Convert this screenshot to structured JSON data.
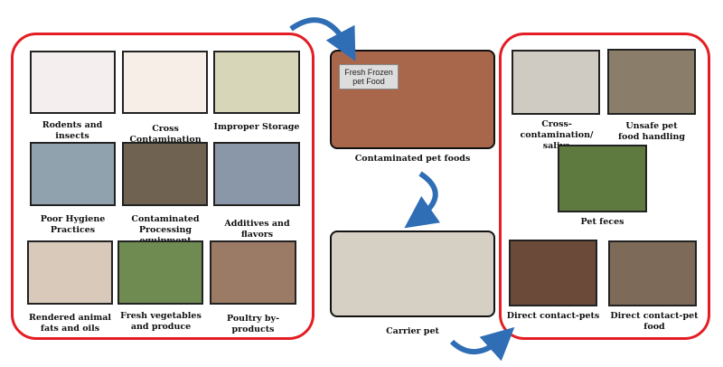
{
  "sources": [
    {
      "label": "Rodents and insects",
      "color": "#f4eeee"
    },
    {
      "label": "Cross Contamination",
      "color": "#f7efe7"
    },
    {
      "label": "Improper Storage",
      "color": "#d8d6b8"
    },
    {
      "label": "Poor Hygiene Practices",
      "color": "#8fa2ad"
    },
    {
      "label": "Contaminated Processing equipment",
      "color": "#6f6250"
    },
    {
      "label": "Additives and flavors",
      "color": "#8a97a8"
    },
    {
      "label": "Rendered animal fats and oils",
      "color": "#d9c9bb"
    },
    {
      "label": "Fresh vegetables and produce",
      "color": "#6f8b52"
    },
    {
      "label": "Poultry by-products",
      "color": "#9b7a66"
    }
  ],
  "center": {
    "foods_label": "Contaminated pet foods",
    "foods_image_text": "Fresh Frozen pet Food",
    "foods_color": "#a8674b",
    "carrier_label": "Carrier pet",
    "carrier_color": "#d6cfc4"
  },
  "transmission": [
    {
      "label": "Cross-contamination/ saliva",
      "color": "#cfcac2"
    },
    {
      "label": "Unsafe pet food handling",
      "color": "#8a7d6a"
    },
    {
      "label": "Pet feces",
      "color": "#5e7a3e"
    },
    {
      "label": "Direct contact-pets",
      "color": "#6b4a3a"
    },
    {
      "label": "Direct contact-pet food",
      "color": "#7d6a58"
    }
  ],
  "colors": {
    "border": "#e31e24",
    "arrow": "#2f6db5"
  }
}
